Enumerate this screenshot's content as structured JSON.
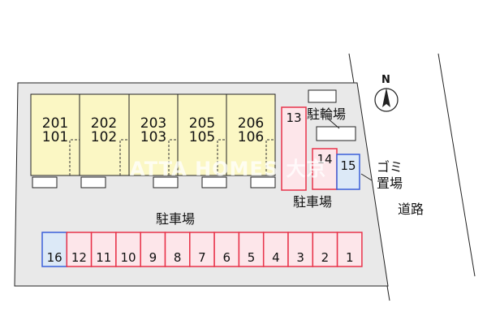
{
  "compass": {
    "letter": "N"
  },
  "buildings": [
    {
      "upper": "201",
      "lower": "101"
    },
    {
      "upper": "202",
      "lower": "102"
    },
    {
      "upper": "203",
      "lower": "103"
    },
    {
      "upper": "205",
      "lower": "105"
    },
    {
      "upper": "206",
      "lower": "106"
    }
  ],
  "labels": {
    "bicycle_parking": "駐輪場",
    "parking_right": "駐車場",
    "parking_main": "駐車場",
    "garbage": "ゴミ置場",
    "road": "道路"
  },
  "parking_slots": {
    "row": [
      "16",
      "12",
      "11",
      "10",
      "9",
      "8",
      "7",
      "6",
      "5",
      "4",
      "3",
      "2",
      "1"
    ],
    "slot_13": "13",
    "slot_14": "14",
    "slot_15": "15"
  },
  "watermark": "ATTA HOMES 大京",
  "colors": {
    "lot": "#e9e9e9",
    "building": "#fbf7c4",
    "parking_red": "#e8334a",
    "parking_fill": "#fde6ea",
    "accessible_blue": "#3a5fd9",
    "accessible_fill": "#dce9f7"
  }
}
